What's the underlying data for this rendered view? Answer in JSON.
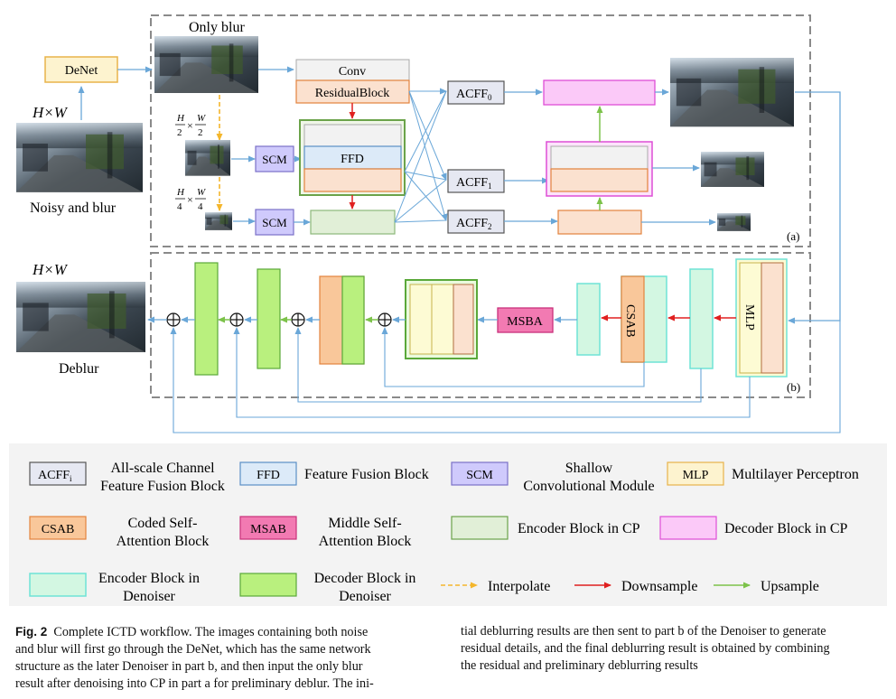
{
  "top_part": {
    "only_blur": "Only blur",
    "denet": "DeNet",
    "hw": "H×W",
    "noisy_blur": "Noisy and blur",
    "half_h": "H",
    "half_hd": "2",
    "half_w": "W",
    "half_wd": "2",
    "q_h": "H",
    "q_hd": "4",
    "q_w": "W",
    "q_wd": "4",
    "times": "×",
    "scm": "SCM",
    "conv": "Conv",
    "residual": "ResidualBlock",
    "ffd": "FFD",
    "acff": "ACFF",
    "acff_subs": [
      "0",
      "1",
      "2"
    ],
    "part_a": "(a)"
  },
  "bottom_part": {
    "hw": "H×W",
    "deblur": "Deblur",
    "msba": "MSBA",
    "csab": "CSAB",
    "mlp": "MLP",
    "plus": "⊕",
    "part_b": "(b)"
  },
  "legend": {
    "acff_box": "ACFF",
    "acff_sub": "i",
    "acff_desc_1": "All-scale Channel",
    "acff_desc_2": "Feature Fusion Block",
    "ffd_box": "FFD",
    "ffd_desc": "Feature Fusion Block",
    "scm_box": "SCM",
    "scm_desc_1": "Shallow",
    "scm_desc_2": "Convolutional Module",
    "mlp_box": "MLP",
    "mlp_desc": "Multilayer Perceptron",
    "csab_box": "CSAB",
    "csab_desc_1": "Coded Self-",
    "csab_desc_2": "Attention Block",
    "msab_box": "MSAB",
    "msab_desc_1": "Middle Self-",
    "msab_desc_2": "Attention Block",
    "enc_cp": "Encoder Block in CP",
    "dec_cp": "Decoder Block in CP",
    "enc_den_1": "Encoder Block in",
    "enc_den_2": "Denoiser",
    "dec_den_1": "Decoder Block in",
    "dec_den_2": "Denoiser",
    "interpolate": "Interpolate",
    "downsample": "Downsample",
    "upsample": "Upsample"
  },
  "caption": {
    "label": "Fig. 2",
    "left_lines": [
      "Complete ICTD workflow. The images containing both noise",
      "and blur will first go through the DeNet, which has the same network",
      "structure as the later Denoiser in part b, and then input the only blur",
      "result after denoising into CP in part a for preliminary deblur. The ini-"
    ],
    "right_lines": [
      "tial deblurring results are then sent to part b of the Denoiser to generate",
      "residual details, and the final deblurring result is obtained by combining",
      "the residual and preliminary deblurring results"
    ]
  },
  "colors": {
    "arrow_blue": "#6aa7d8",
    "arrow_red": "#e02020",
    "arrow_green": "#7cc24a",
    "arrow_yellow": "#f4b62c",
    "frame": "#8a8a8a",
    "legend_bg": "#f3f3f3"
  }
}
